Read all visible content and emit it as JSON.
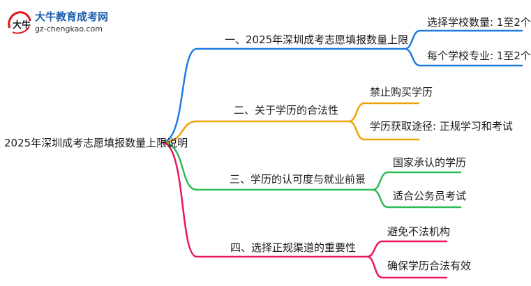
{
  "logo": {
    "title": "大牛教育成考网",
    "subtitle": "gz-chengkao.com",
    "mark_text": "大牛"
  },
  "root": {
    "label": "2025年深圳成考志愿填报数量上限说明"
  },
  "branches": [
    {
      "label": "一、2025年深圳成考志愿填报数量上限",
      "color": "#1f7be0",
      "leaves": [
        "选择学校数量: 1至2个",
        "每个学校专业: 1至2个"
      ]
    },
    {
      "label": "二、关于学历的合法性",
      "color": "#f0a20a",
      "leaves": [
        "禁止购买学历",
        "学历获取途径: 正规学习和考试"
      ]
    },
    {
      "label": "三、学历的认可度与就业前景",
      "color": "#2fba55",
      "leaves": [
        "国家承认的学历",
        "适合公务员考试"
      ]
    },
    {
      "label": "四、选择正规渠道的重要性",
      "color": "#e8175d",
      "leaves": [
        "避免不法机构",
        "确保学历合法有效"
      ]
    }
  ]
}
